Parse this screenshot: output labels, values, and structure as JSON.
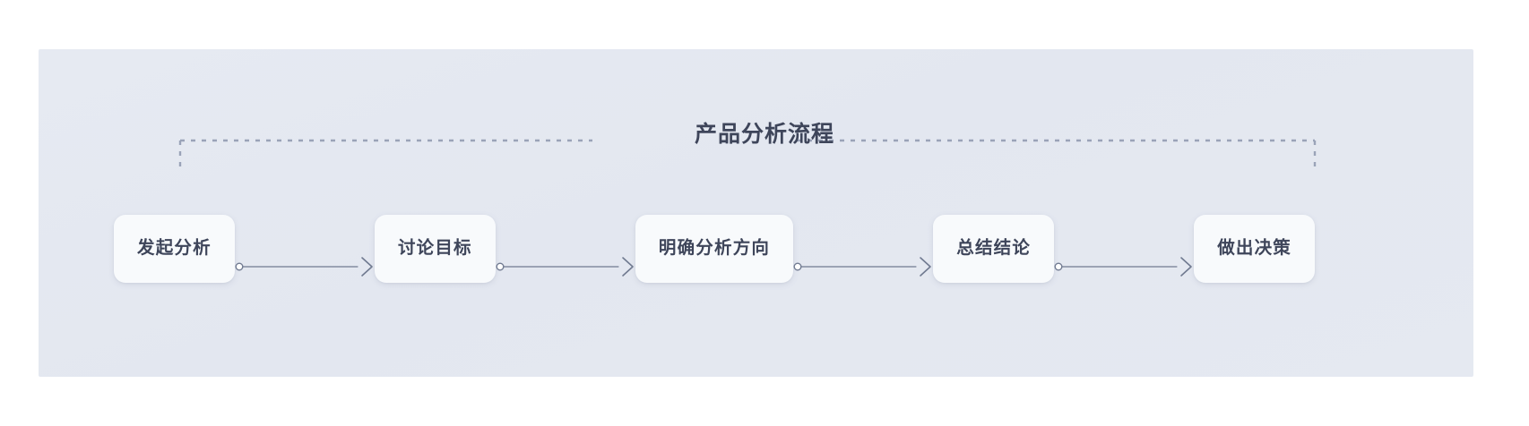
{
  "panel": {
    "background_color": "#e4e8f1"
  },
  "flow": {
    "title": "产品分析流程",
    "title_color": "#3e455a",
    "bracket_color": "#9aa3b8",
    "node_background": "#f8fafc",
    "node_text_color": "#3e455a",
    "connector_color": "#707a90",
    "nodes": [
      {
        "label": "发起分析"
      },
      {
        "label": "讨论目标"
      },
      {
        "label": "明确分析方向"
      },
      {
        "label": "总结结论"
      },
      {
        "label": "做出决策"
      }
    ],
    "connectors": [
      {
        "from": "发起分析",
        "to": "讨论目标",
        "marker": "circle-to-arrow"
      },
      {
        "from": "讨论目标",
        "to": "明确分析方向",
        "marker": "circle-to-arrow"
      },
      {
        "from": "明确分析方向",
        "to": "总结结论",
        "marker": "circle-to-arrow"
      },
      {
        "from": "总结结论",
        "to": "做出决策",
        "marker": "circle-to-arrow"
      }
    ]
  }
}
